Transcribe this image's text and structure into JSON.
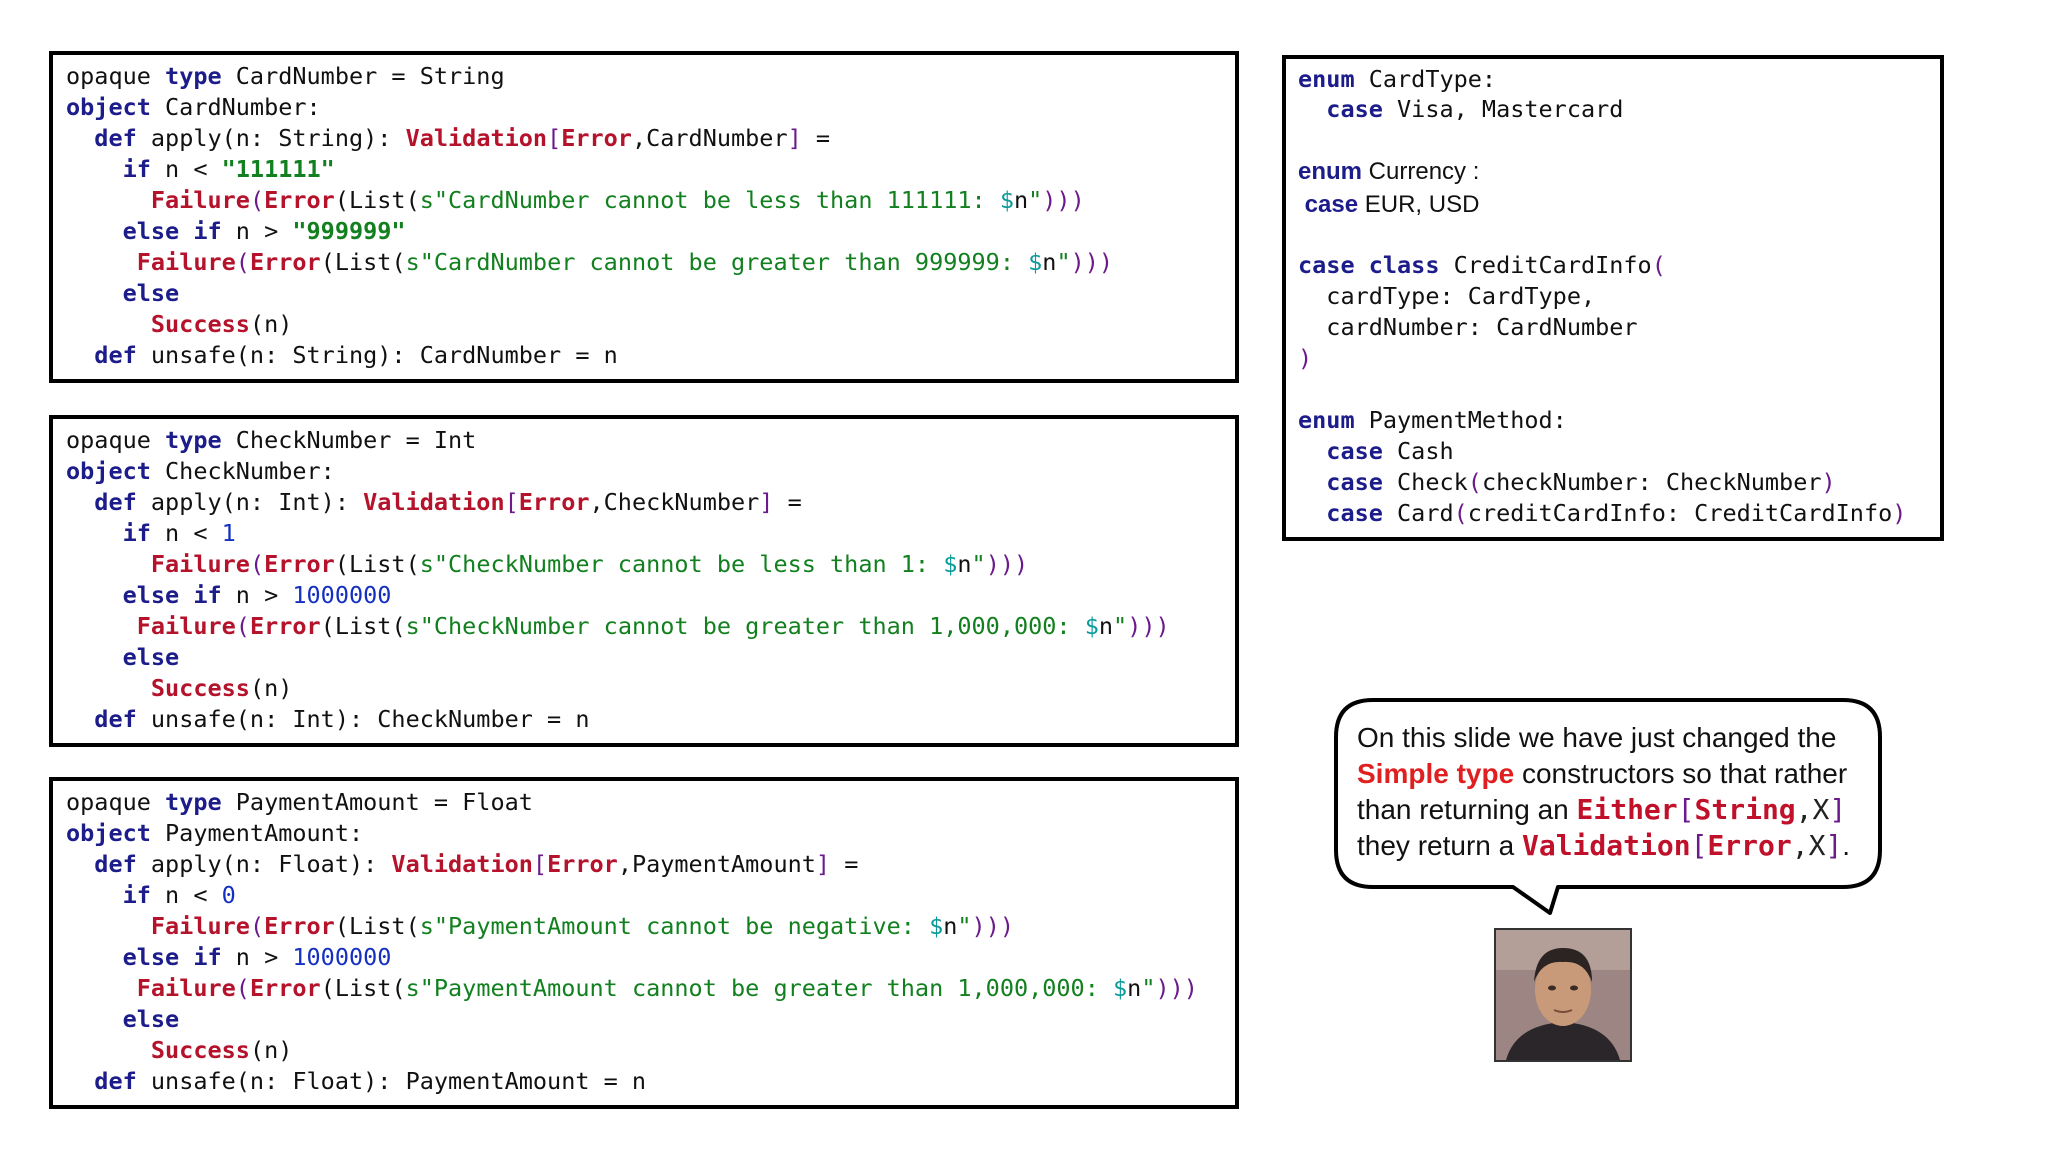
{
  "panels": {
    "card_number": {
      "lines": [
        [
          "opaque ",
          "type",
          " CardNumber = String"
        ],
        [
          "object",
          " CardNumber:"
        ],
        [
          "  ",
          "def",
          " apply(n: String): ",
          "Validation",
          "[",
          "Error",
          ",CardNumber",
          "]",
          " ="
        ],
        [
          "    ",
          "if",
          " n < ",
          "\"111111\""
        ],
        [
          "      ",
          "Failure",
          "(",
          "Error",
          "(List(s\"CardNumber cannot be less than 111111: ",
          "$",
          "n\")))"
        ],
        [
          "    ",
          "else",
          " ",
          "if",
          " n > ",
          "\"999999\""
        ],
        [
          "     ",
          "Failure",
          "(",
          "Error",
          "(List(s\"CardNumber cannot be greater than 999999: ",
          "$",
          "n\")))"
        ],
        [
          "    ",
          "else"
        ],
        [
          "      ",
          "Success",
          "(n)"
        ],
        [
          "  ",
          "def",
          " unsafe(n: String): CardNumber = n"
        ]
      ]
    },
    "check_number": {
      "lines": [
        [
          "opaque ",
          "type",
          " CheckNumber = Int"
        ],
        [
          "object",
          " CheckNumber:"
        ],
        [
          "  ",
          "def",
          " apply(n: Int): ",
          "Validation",
          "[",
          "Error",
          ",CheckNumber",
          "]",
          " ="
        ],
        [
          "    ",
          "if",
          " n < ",
          "1"
        ],
        [
          "      ",
          "Failure",
          "(",
          "Error",
          "(List(s\"CheckNumber cannot be less than 1: ",
          "$",
          "n\")))"
        ],
        [
          "    ",
          "else",
          " ",
          "if",
          " n > ",
          "1000000"
        ],
        [
          "     ",
          "Failure",
          "(",
          "Error",
          "(List(s\"CheckNumber cannot be greater than 1,000,000: ",
          "$",
          "n\")))"
        ],
        [
          "    ",
          "else"
        ],
        [
          "      ",
          "Success",
          "(n)"
        ],
        [
          "  ",
          "def",
          " unsafe(n: Int): CheckNumber = n"
        ]
      ]
    },
    "payment_amount": {
      "lines": [
        [
          "opaque ",
          "type",
          " PaymentAmount = Float"
        ],
        [
          "object",
          " PaymentAmount:"
        ],
        [
          "  ",
          "def",
          " apply(n: Float): ",
          "Validation",
          "[",
          "Error",
          ",PaymentAmount",
          "]",
          " ="
        ],
        [
          "    ",
          "if",
          " n < ",
          "0"
        ],
        [
          "      ",
          "Failure",
          "(",
          "Error",
          "(List(s\"PaymentAmount cannot be negative: ",
          "$",
          "n\")))"
        ],
        [
          "    ",
          "else",
          " ",
          "if",
          " n > ",
          "1000000"
        ],
        [
          "     ",
          "Failure",
          "(",
          "Error",
          "(List(s\"PaymentAmount cannot be greater than 1,000,000: ",
          "$",
          "n\")))"
        ],
        [
          "    ",
          "else"
        ],
        [
          "      ",
          "Success",
          "(n)"
        ],
        [
          "  ",
          "def",
          " unsafe(n: Float): PaymentAmount = n"
        ]
      ]
    },
    "types": {
      "enum_cardtype": "enum",
      "cardtype_name": " CardType:",
      "case1": "case",
      "cardtype_cases": " Visa, Mastercard",
      "enum_currency": "enum",
      "currency_name": " Currency :",
      "case2": "case",
      "currency_cases": " EUR, USD",
      "case_class_kw": "case class",
      "creditcardinfo_name": " CreditCardInfo",
      "open_paren": "(",
      "field1": "  cardType: CardType,",
      "field2": "  cardNumber: CardNumber",
      "close_paren": ")",
      "enum_payment": "enum",
      "payment_name": " PaymentMethod:",
      "pm_case1": "case",
      "pm_cash": " Cash",
      "pm_case2": "case",
      "pm_check": " Check",
      "pm_check_args": "checkNumber: CheckNumber",
      "pm_case3": "case",
      "pm_card": " Card",
      "pm_card_args": "creditCardInfo: CreditCardInfo"
    }
  },
  "bubble": {
    "line1": "On this slide we have just changed  the",
    "simple_type": "Simple type",
    "line2_rest": " constructors so that rather",
    "line3_a": "than returning an ",
    "either": "Either",
    "either_open": "[",
    "string": "String",
    "either_comma_x": ",X",
    "either_close": "]",
    "line4_a": "they return a  ",
    "validation": "Validation",
    "val_open": "[",
    "error": "Error",
    "val_comma_x": ",X",
    "val_close": "]",
    "period": "."
  },
  "icons": {
    "avatar": "presenter-photo"
  }
}
